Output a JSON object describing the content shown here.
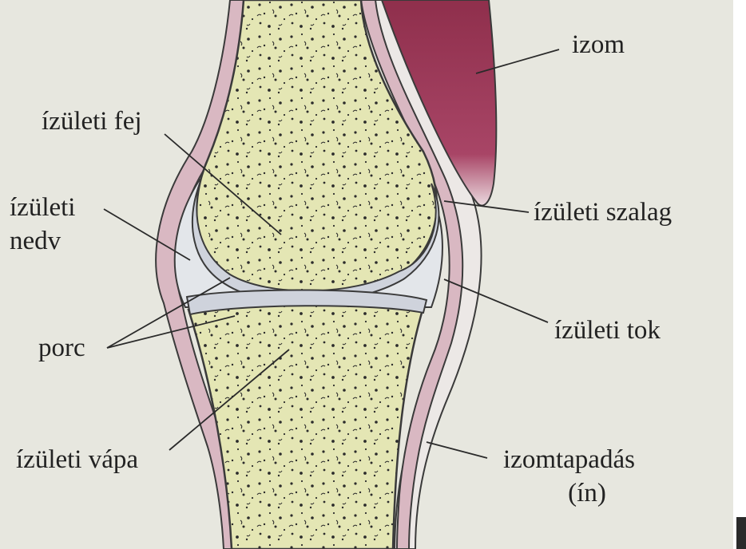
{
  "labels": {
    "izom": "izom",
    "izuleti_fej": "ízületi fej",
    "izuleti_nedv_line1": "ízületi",
    "izuleti_nedv_line2": "nedv",
    "izuleti_szalag": "ízületi szalag",
    "porc": "porc",
    "izuleti_tok": "ízületi tok",
    "izuleti_vapa": "ízületi vápa",
    "izomtapadas_line1": "izomtapadás",
    "izomtapadas_line2": "(ín)"
  },
  "colors": {
    "background": "#e7e7df",
    "bone": "#e4e6b4",
    "capsule": "#d9b8c2",
    "synovial_fluid": "#e3e6ea",
    "cartilage": "#cfd3dc",
    "muscle": "#9a3a58",
    "outline": "#3a3a3a"
  }
}
